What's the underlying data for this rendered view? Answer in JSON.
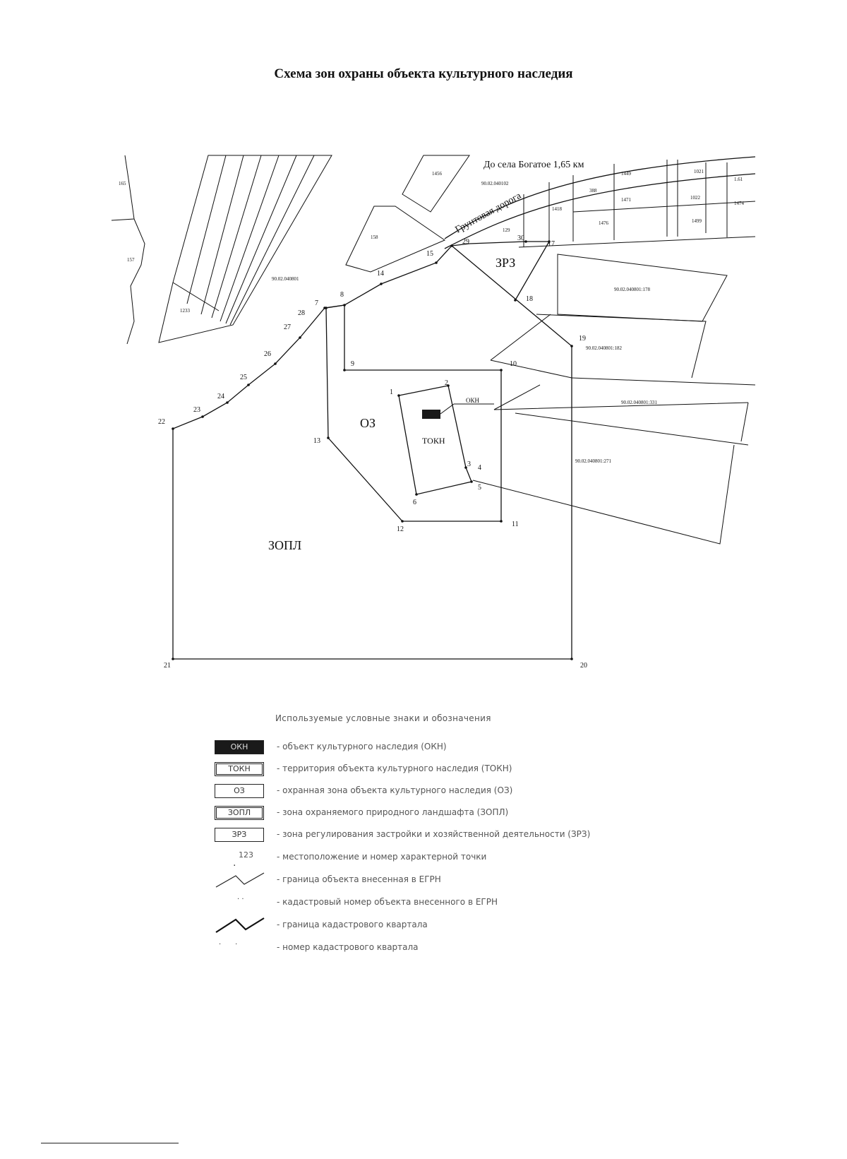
{
  "page": {
    "title": "Схема зон охраны объекта культурного наследия"
  },
  "map": {
    "destination_label": "До села Богатое 1,65 км",
    "road_label": "Грунтовая дорога",
    "zones": {
      "zrz": "ЗРЗ",
      "oz": "ОЗ",
      "zopl": "ЗОПЛ",
      "tokn": "ТОКН",
      "okn": "ОКН"
    },
    "quarters": {
      "q1": "90.02.040102",
      "q2": "90.02.040801"
    },
    "parcels": {
      "p1": "90.02.040801:178",
      "p2": "90.02.040801:182",
      "p3": "90.02.040801:331",
      "p4": "90.02.040801:271"
    },
    "points": {
      "p1": "1",
      "p2": "2",
      "p3": "3",
      "p4": "4",
      "p5": "5",
      "p6": "6",
      "p7": "7",
      "p8": "8",
      "p9": "9",
      "p10": "10",
      "p11": "11",
      "p12": "12",
      "p13": "13",
      "p14": "14",
      "p15": "15",
      "p17": "17",
      "p18": "18",
      "p19": "19",
      "p20": "20",
      "p21": "21",
      "p22": "22",
      "p23": "23",
      "p24": "24",
      "p25": "25",
      "p26": "26",
      "p27": "27",
      "p28": "28",
      "p29": "29",
      "p30": "30"
    }
  },
  "legend": {
    "title": "Используемые условные знаки и обозначения",
    "items": [
      {
        "symbol": "ОКН",
        "text": "- объект культурного наследия (ОКН)"
      },
      {
        "symbol": "ТОКН",
        "text": "- территория объекта культурного наследия (ТОКН)"
      },
      {
        "symbol": "ОЗ",
        "text": "- охранная зона объекта культурного наследия (ОЗ)"
      },
      {
        "symbol": "ЗОПЛ",
        "text": "- зона охраняемого природного ландшафта (ЗОПЛ)"
      },
      {
        "symbol": "ЗРЗ",
        "text": "- зона регулирования застройки и хозяйственной деятельности (ЗРЗ)"
      },
      {
        "symbol": "123",
        "text": "- местоположение и номер характерной точки"
      },
      {
        "symbol": "",
        "text": "- граница объекта внесенная в ЕГРН"
      },
      {
        "symbol": "",
        "text": "- кадастровый номер объекта внесенного в ЕГРН"
      },
      {
        "symbol": "",
        "text": "- граница кадастрового квартала"
      },
      {
        "symbol": "",
        "text": "- номер кадастрового квартала"
      }
    ]
  },
  "colors": {
    "ink": "#111111",
    "okn_fill": "#1a1a1a",
    "background": "#ffffff"
  }
}
